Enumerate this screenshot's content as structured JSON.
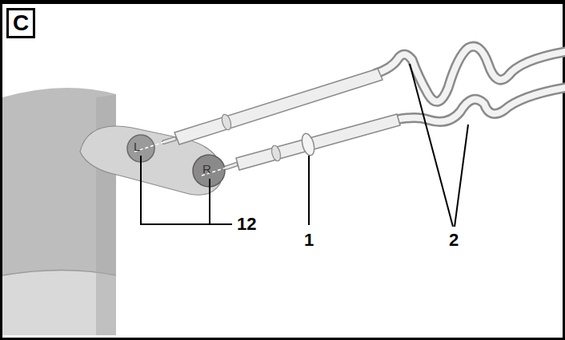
{
  "diagram": {
    "nodes": [
      {
        "text": [
          "C"
        ]
      }
    ],
    "labels": [
      "L",
      "R",
      "12",
      "1",
      "2"
    ]
  }
}
